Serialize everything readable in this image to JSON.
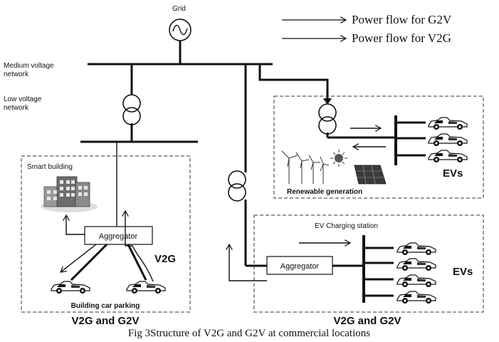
{
  "grid_label": "Grid",
  "legend": {
    "g2v": "Power flow for G2V",
    "v2g": "Power flow for V2G"
  },
  "network": {
    "medium_voltage_line1": "Medium voltage",
    "medium_voltage_line2": "network",
    "low_voltage_line1": "Low voltage",
    "low_voltage_line2": "network"
  },
  "smart_building_box": {
    "title": "Smart building",
    "aggregator": "Aggregator",
    "flow_label": "V2G",
    "parking_label": "Building car parking",
    "bottom_label": "V2G and G2V"
  },
  "renewable_box": {
    "evs_label": "EVs",
    "generation_label": "Renewable generation"
  },
  "charging_box": {
    "title": "EV Charging station",
    "aggregator": "Aggregator",
    "evs_label": "EVs",
    "bottom_label": "V2G and G2V"
  },
  "caption": "Fig 3Structure of V2G and G2V at commercial locations"
}
